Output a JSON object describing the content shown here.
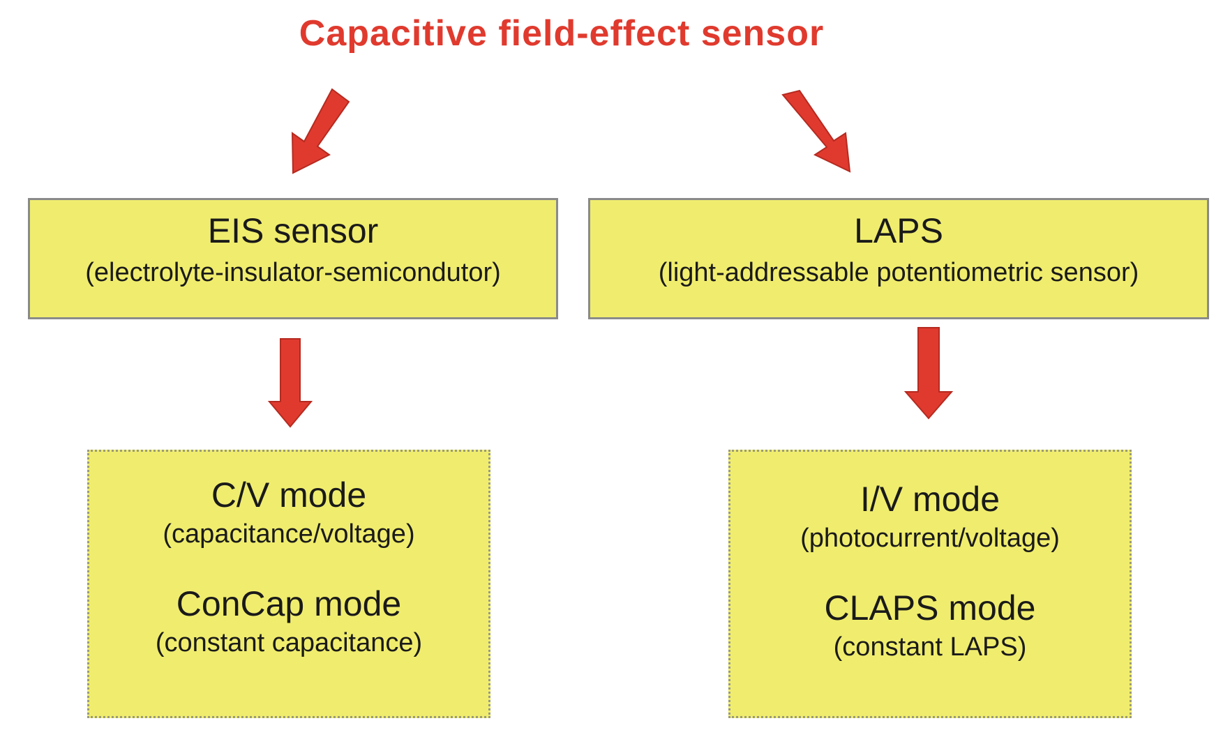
{
  "diagram": {
    "title": "Capacitive field-effect sensor",
    "accent_color": "#e03a2e",
    "box_color": "#f0ed6e",
    "left_branch": {
      "name": "EIS sensor",
      "description": "(electrolyte-insulator-semicondutor)",
      "modes": [
        {
          "name": "C/V mode",
          "description": "(capacitance/voltage)"
        },
        {
          "name": "ConCap mode",
          "description": "(constant capacitance)"
        }
      ]
    },
    "right_branch": {
      "name": "LAPS",
      "description": "(light-addressable potentiometric sensor)",
      "modes": [
        {
          "name": "I/V mode",
          "description": "(photocurrent/voltage)"
        },
        {
          "name": "CLAPS mode",
          "description": "(constant LAPS)"
        }
      ]
    }
  }
}
